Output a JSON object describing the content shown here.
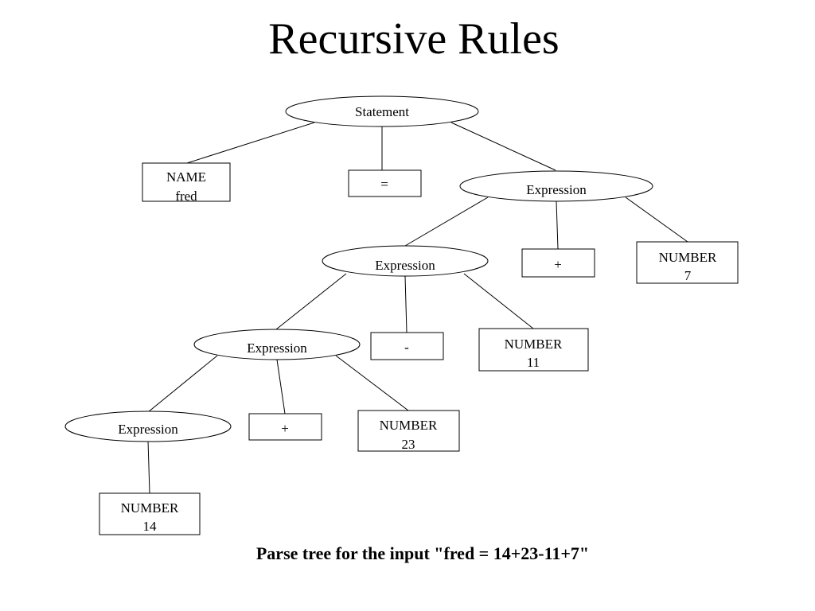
{
  "title": "Recursive Rules",
  "caption": "Parse tree for the input \"fred = 14+23-11+7\"",
  "tree": {
    "statement": "Statement",
    "name_node": [
      "NAME",
      "fred"
    ],
    "equals": "=",
    "expr1": "Expression",
    "plus1": "+",
    "number_7": [
      "NUMBER",
      "7"
    ],
    "expr2": "Expression",
    "minus": "-",
    "number_11": [
      "NUMBER",
      "11"
    ],
    "expr3": "Expression",
    "plus2": "+",
    "number_23": [
      "NUMBER",
      "23"
    ],
    "expr4": "Expression",
    "number_14": [
      "NUMBER",
      "14"
    ]
  }
}
